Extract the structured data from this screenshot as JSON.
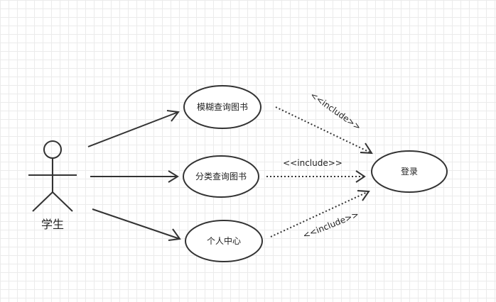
{
  "actor": {
    "label": "学生"
  },
  "use_cases": {
    "fuzzy_search": "模糊查询图书",
    "category_search": "分类查询图书",
    "personal_center": "个人中心",
    "login": "登录"
  },
  "relations": {
    "include_1": "<<include>>",
    "include_2": "<<include>>",
    "include_3": "<<include>>"
  }
}
